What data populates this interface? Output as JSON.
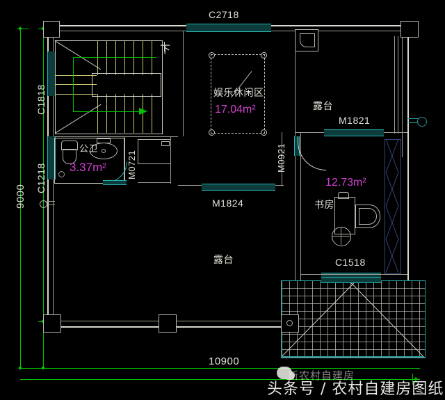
{
  "drawing": {
    "type": "architectural-floor-plan",
    "title_watermark": "头条号 / 农村自建房图纸",
    "watermark_overlay": "新农村自建房",
    "background_color": "#000000",
    "line_color": "#d8d8d0",
    "dimension_color": "#00c000",
    "area_color": "#d040d0",
    "window_color": "#27b3b3"
  },
  "dimensions": {
    "overall_width": "10900",
    "overall_height": "9000"
  },
  "windows": [
    {
      "code": "C2718",
      "position": "top"
    },
    {
      "code": "C1818",
      "position": "left-upper"
    },
    {
      "code": "C1218",
      "position": "left-lower"
    },
    {
      "code": "C1518",
      "position": "bottom-right"
    }
  ],
  "doors": [
    {
      "code": "M0721",
      "position": "bathroom"
    },
    {
      "code": "M1824",
      "position": "center-bottom"
    },
    {
      "code": "M0921",
      "position": "study-entry"
    },
    {
      "code": "M1821",
      "position": "terrace-upper-right"
    }
  ],
  "rooms": [
    {
      "name": "公卫",
      "area": "3.37m²",
      "label_en": "public-bathroom"
    },
    {
      "name": "娱乐休闲区",
      "area": "17.04m²",
      "label_en": "entertainment-leisure-area"
    },
    {
      "name": "书房",
      "area": "12.73m²",
      "label_en": "study"
    },
    {
      "name": "露台",
      "area": "",
      "label_en": "terrace-upper-right"
    },
    {
      "name": "露台",
      "area": "",
      "label_en": "terrace-lower-center"
    }
  ],
  "annotations": {
    "stair_direction": "下",
    "stair_direction_en": "down"
  }
}
